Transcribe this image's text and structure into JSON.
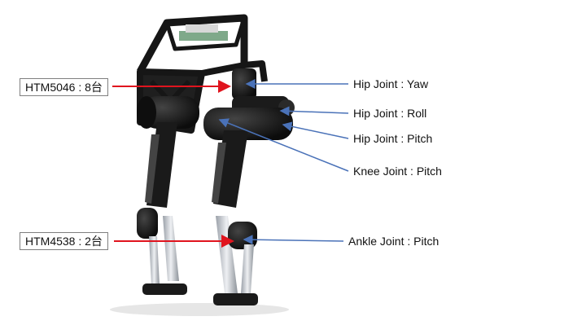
{
  "callouts": {
    "motor_top": "HTM5046 : 8台",
    "motor_bottom": "HTM4538 : 2台"
  },
  "joints": {
    "hip_yaw": "Hip Joint : Yaw",
    "hip_roll": "Hip Joint : Roll",
    "hip_pitch": "Hip Joint : Pitch",
    "knee_pitch": "Knee Joint : Pitch",
    "ankle_pitch": "Ankle Joint : Pitch"
  },
  "colors": {
    "motor_arrow": "#e0141e",
    "joint_arrow": "#4a72b8",
    "robot_frame": "#161616",
    "robot_shin": "#c8ccd2"
  }
}
